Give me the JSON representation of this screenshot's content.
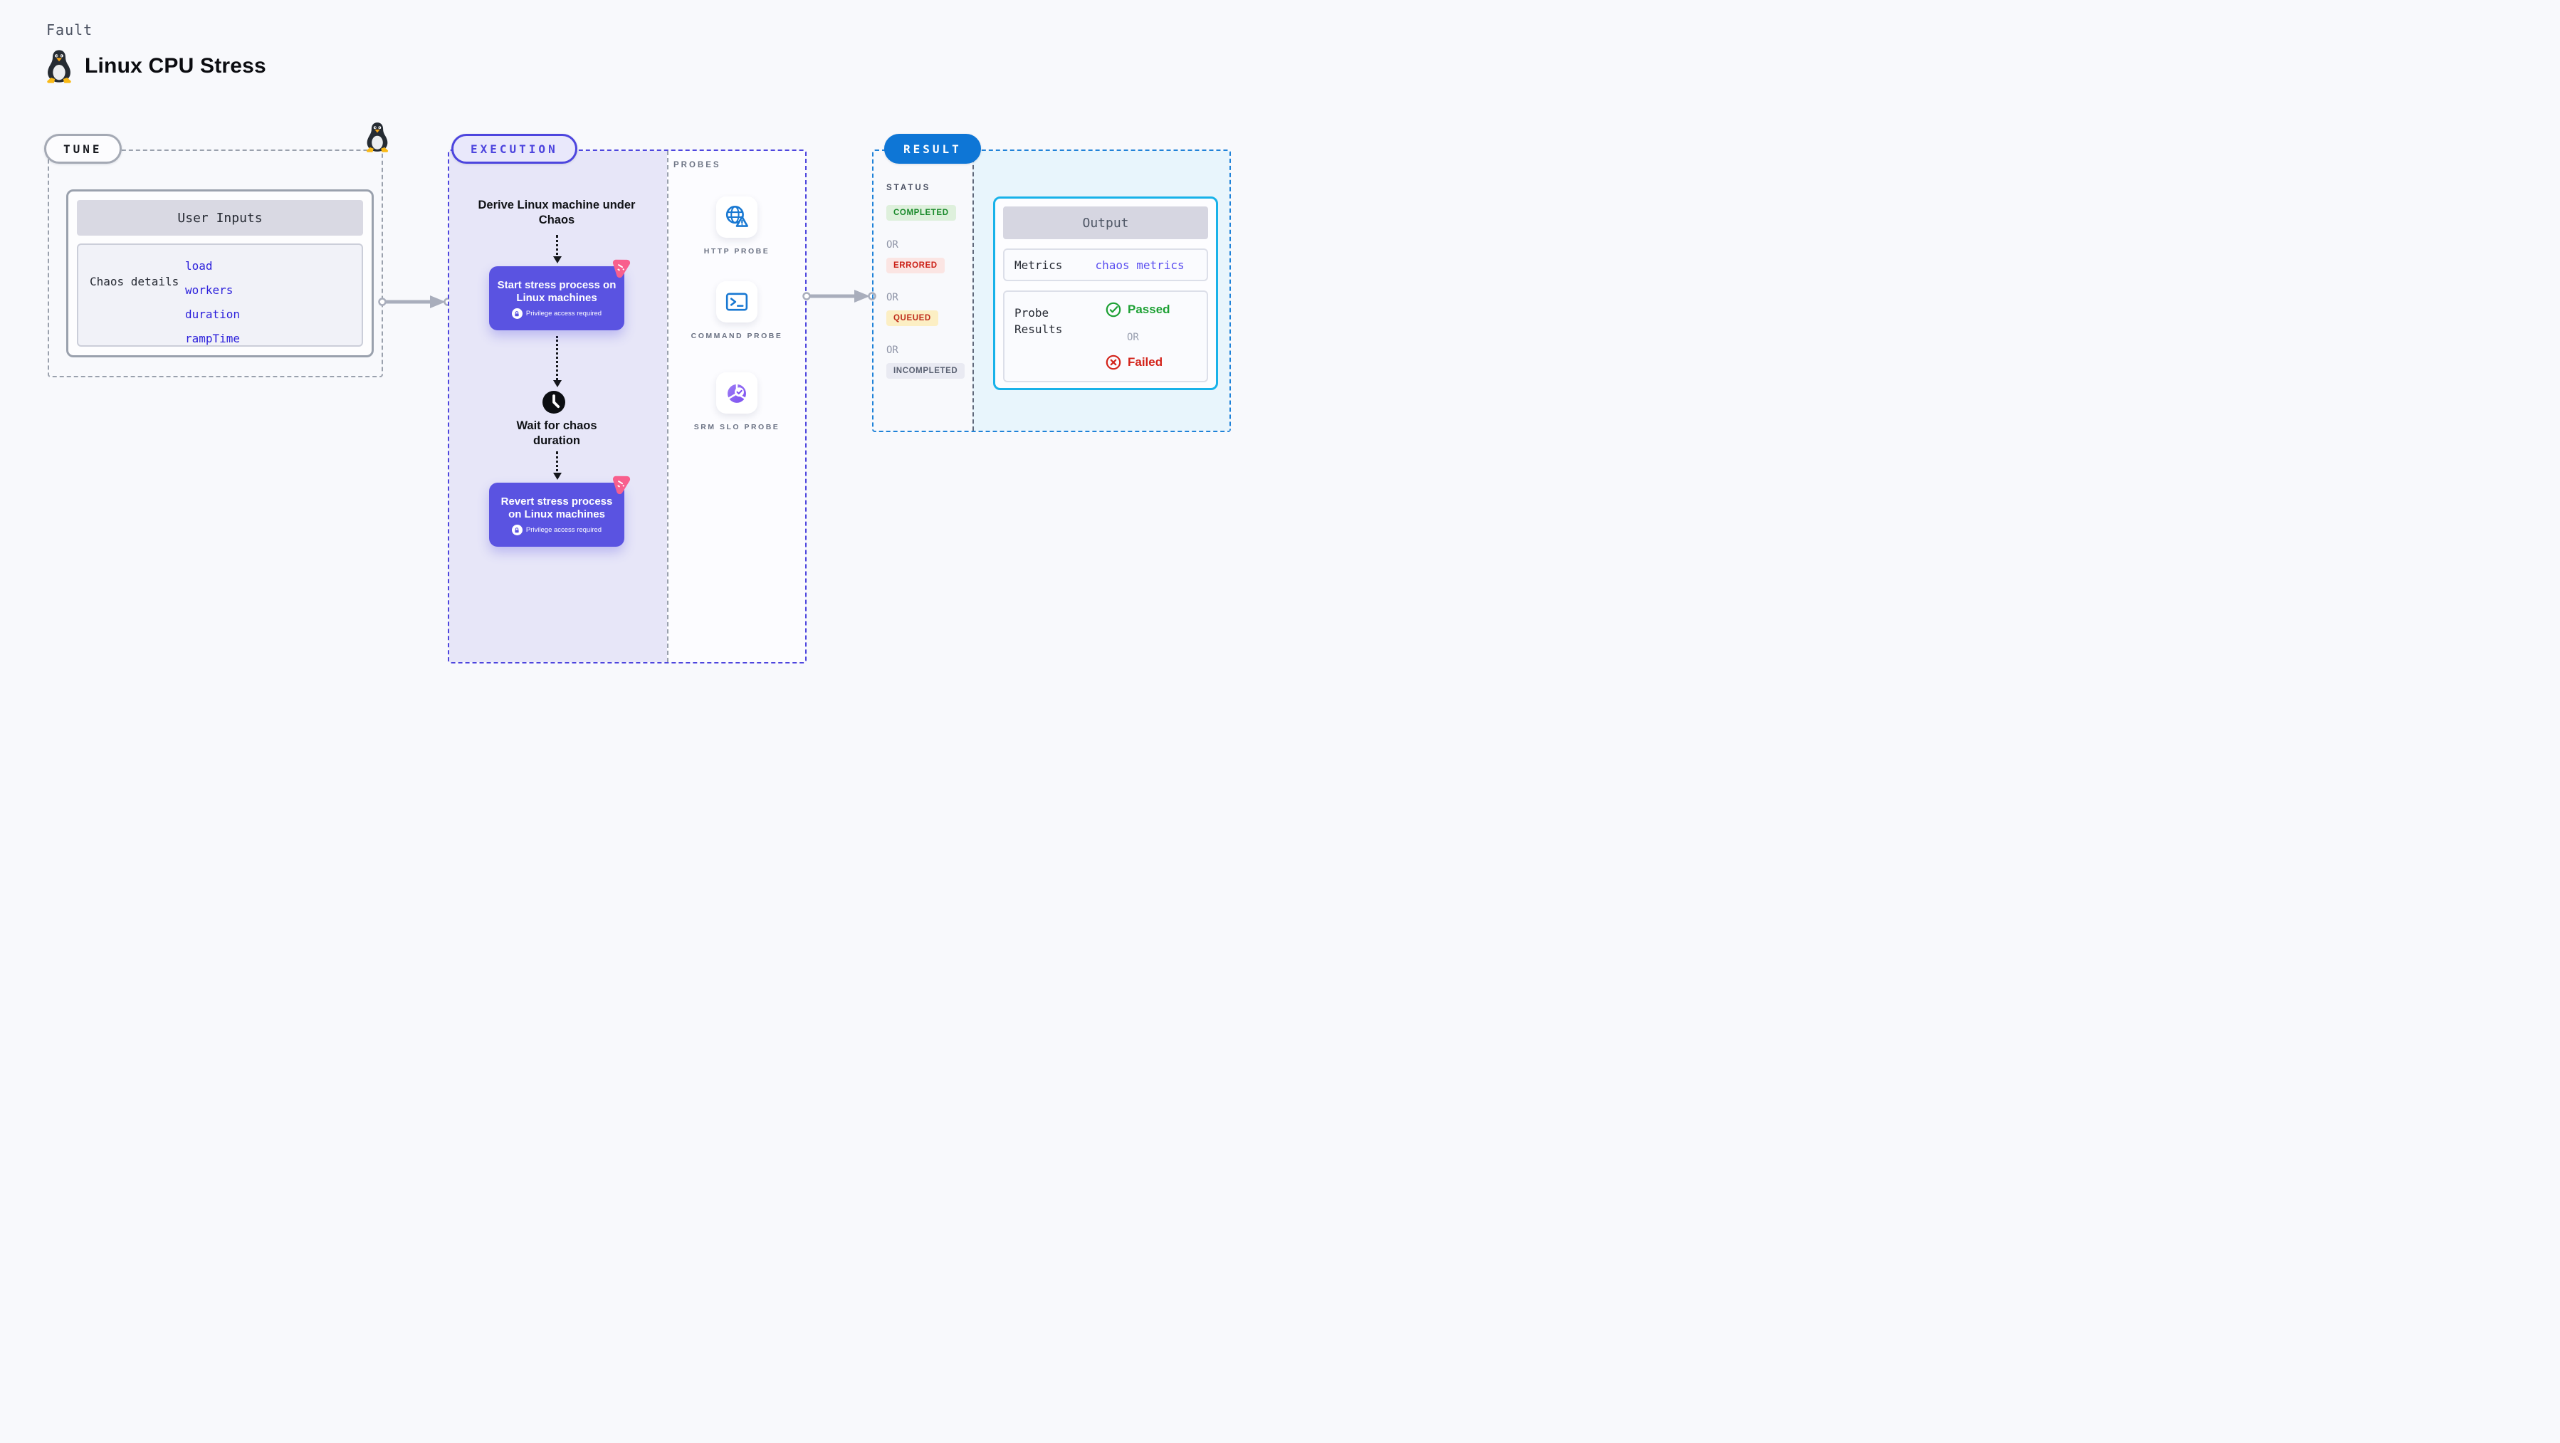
{
  "header": {
    "eyebrow": "Fault",
    "title": "Linux CPU Stress"
  },
  "tune": {
    "pill": "TUNE",
    "card": {
      "header": "User Inputs",
      "row_label": "Chaos details",
      "links": [
        "load",
        "workers",
        "duration",
        "rampTime"
      ]
    }
  },
  "execution": {
    "pill": "EXECUTION",
    "derive_label": "Derive Linux machine under Chaos",
    "wait_label": "Wait for chaos duration",
    "nodes": [
      {
        "title": "Start stress process on Linux machines",
        "badge": "Privilege access required"
      },
      {
        "title": "Revert stress process on Linux machines",
        "badge": "Privilege access required"
      }
    ]
  },
  "probes": {
    "label": "PROBES",
    "items": [
      "HTTP PROBE",
      "COMMAND PROBE",
      "SRM SLO PROBE"
    ]
  },
  "result": {
    "pill": "RESULT",
    "status_label": "STATUS",
    "or": "OR",
    "statuses": [
      {
        "label": "COMPLETED"
      },
      {
        "label": "ERRORED"
      },
      {
        "label": "QUEUED"
      },
      {
        "label": "INCOMPLETED"
      }
    ],
    "output": {
      "header": "Output",
      "metrics_label": "Metrics",
      "metrics_value": "chaos metrics",
      "probe_label": "Probe Results",
      "passed": "Passed",
      "or": "OR",
      "failed": "Failed"
    }
  },
  "colors": {
    "background": "#f8f9fc",
    "indigo_accent": "#4d45de",
    "node_purple": "#5a53e1",
    "pink_icon": "#f85f8d",
    "result_blue": "#0e76d6",
    "output_border_cyan": "#18b2e9",
    "link_blue": "#2b1fdb",
    "passed_green": "#1ca033",
    "failed_red": "#d3231a",
    "probe_icon_blue": "#1878d2",
    "srm_purple": "#7b4ff0"
  }
}
